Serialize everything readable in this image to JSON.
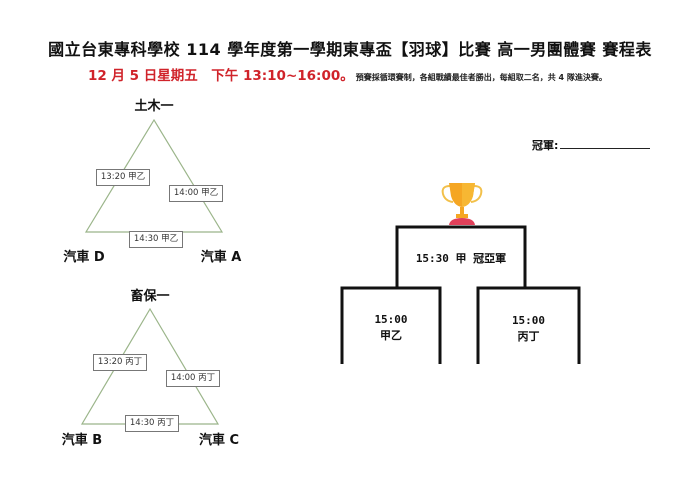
{
  "header": {
    "title": "國立台東專科學校 114 學年度第一學期東專盃【羽球】比賽  高一男團體賽  賽程表",
    "date_time": "12 月 5 日星期五　下午 13:10~16:00。",
    "rules_note": "預賽採循環賽制，各組戰績最佳者勝出，每組取二名，共 4 隊進決賽。",
    "accent_color": "#d0232a"
  },
  "group_jia_yi": {
    "top_team": "土木一",
    "left_team": "汽車 D",
    "right_team": "汽車 A",
    "matches": [
      {
        "label": "13:20 甲乙",
        "edge": "left"
      },
      {
        "label": "14:00 甲乙",
        "edge": "right"
      },
      {
        "label": "14:30 甲乙",
        "edge": "bottom"
      }
    ]
  },
  "group_bing_ding": {
    "top_team": "畜保一",
    "left_team": "汽車 B",
    "right_team": "汽車 C",
    "matches": [
      {
        "label": "13:20 丙丁",
        "edge": "left"
      },
      {
        "label": "14:00 丙丁",
        "edge": "right"
      },
      {
        "label": "14:30 丙丁",
        "edge": "bottom"
      }
    ]
  },
  "finals": {
    "champion_label": "冠軍:",
    "trophy_icon": "trophy-icon",
    "final_match": "15:30 甲  冠亞軍",
    "semi_left": {
      "time": "15:00",
      "teams": "甲乙"
    },
    "semi_right": {
      "time": "15:00",
      "teams": "丙丁"
    }
  }
}
